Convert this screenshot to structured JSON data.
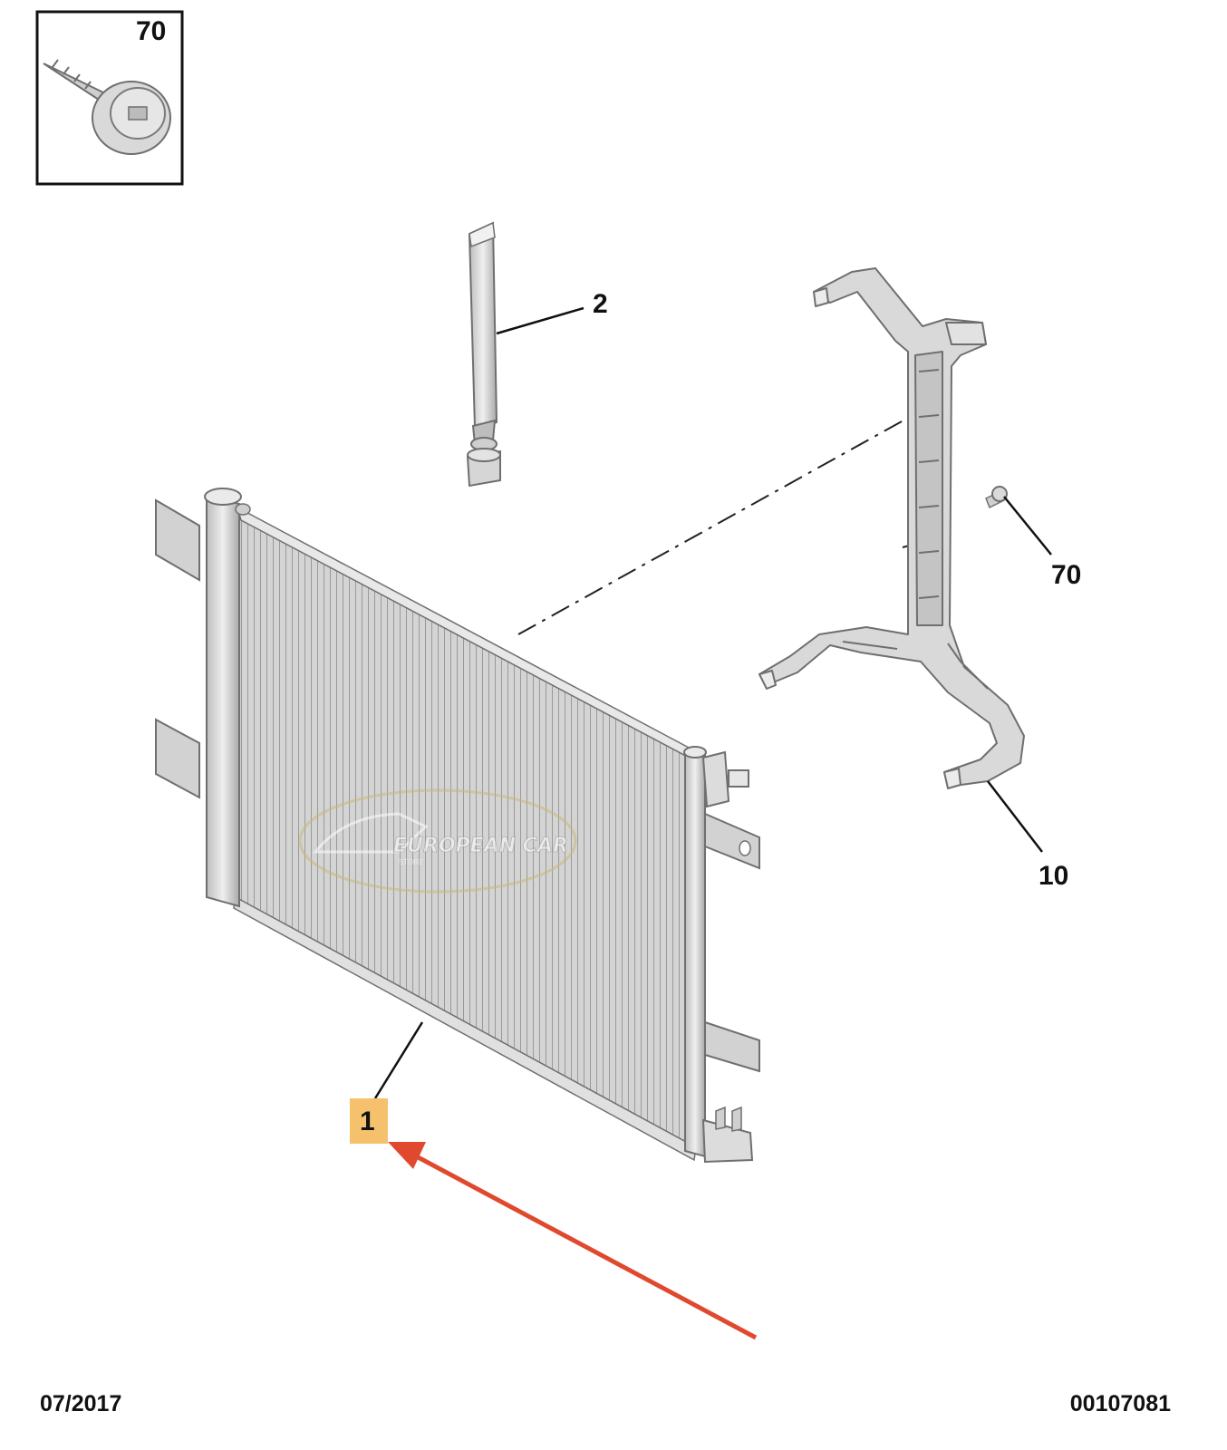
{
  "inset": {
    "label": "70",
    "icon": "screw-icon"
  },
  "callouts": {
    "dryer": "2",
    "screw": "70",
    "bracket": "10",
    "condenser": "1"
  },
  "watermark": {
    "text": "EUROPEAN CAR",
    "subtext": "STORE"
  },
  "footer": {
    "date": "07/2017",
    "ref": "00107081"
  },
  "colors": {
    "highlight": "#f5c16c",
    "arrow": "#e0492e",
    "part_fill": "#d9d9d9",
    "part_stroke": "#707070",
    "watermark": "#c9b77a"
  }
}
